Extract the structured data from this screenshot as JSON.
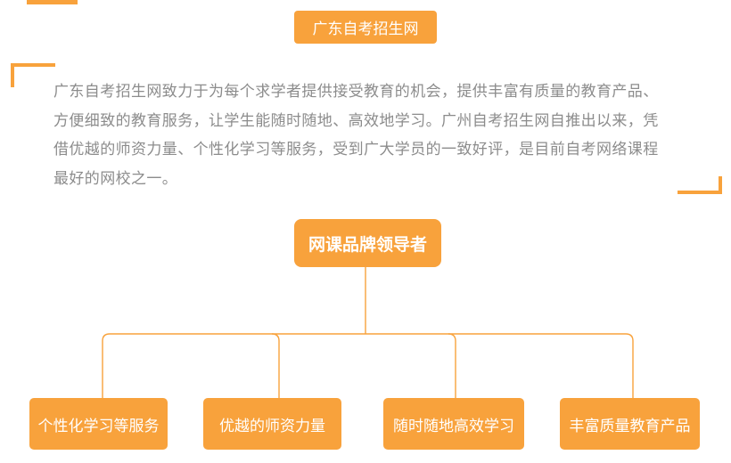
{
  "page": {
    "accent_color": "#f8a23c",
    "connector_color": "#f8a23c",
    "paragraph_text_color": "#8c8c8c",
    "background_color": "#ffffff"
  },
  "header_badge": {
    "label": "广东自考招生网"
  },
  "intro": {
    "lines": [
      "广东自考招生网致力于为每个求学者提供接受教育的机会，提供丰富有质量的教育产品、",
      "方便细致的教育服务，让学生能随时随地、高效地学习。广州自考招生网自推出以来，凭",
      "借优越的师资力量、个性化学习等服务，受到广大学员的一致好评，是目前自考网络课程",
      "最好的网校之一。"
    ],
    "full_text": "广东自考招生网致力于为每个求学者提供接受教育的机会，提供丰富有质量的教育产品、方便细致的教育服务，让学生能随时随地、高效地学习。广州自考招生网自推出以来，凭借优越的师资力量、个性化学习等服务，受到广大学员的一致好评，是目前自考网络课程最好的网校之一。"
  },
  "diagram": {
    "root_label": "网课品牌领导者",
    "children": [
      "个性化学习等服务",
      "优越的师资力量",
      "随时随地高效学习",
      "丰富质量教育产品"
    ]
  }
}
